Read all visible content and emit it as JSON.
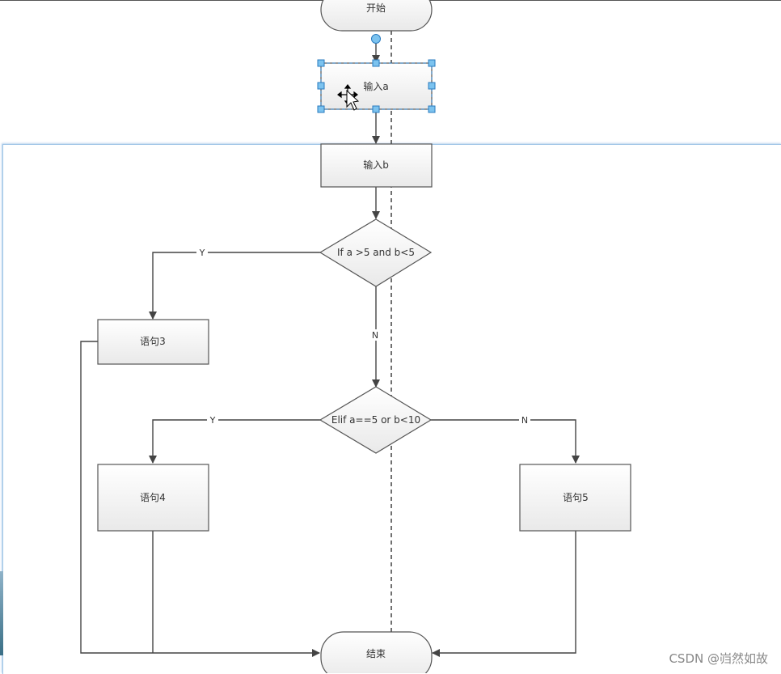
{
  "nodes": {
    "start": "开始",
    "input_a": "输入a",
    "input_b": "输入b",
    "decision1": "If a >5 and b<5",
    "stmt3": "语句3",
    "decision2": "Elif a==5 or b<10",
    "stmt4": "语句4",
    "stmt5": "语句5",
    "end": "结束"
  },
  "edges": {
    "d1_yes": "Y",
    "d1_no": "N",
    "d2_yes": "Y",
    "d2_no": "N"
  },
  "selection": {
    "selected_node": "input_a",
    "handle_color": "#5aaee0"
  },
  "watermark": "CSDN @岿然如故"
}
